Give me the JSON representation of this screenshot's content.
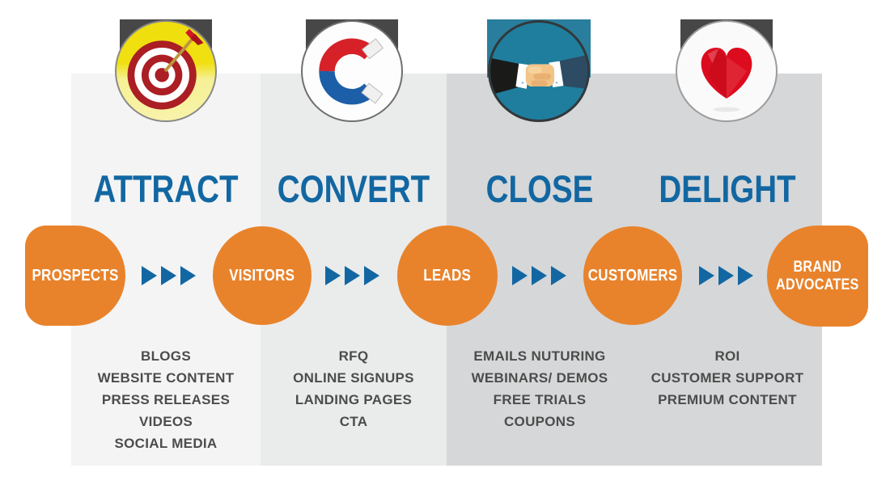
{
  "funnel": {
    "stages": [
      {
        "title": "ATTRACT",
        "icon": "target-icon",
        "audience_in": "PROSPECTS",
        "tactics": [
          "BLOGS",
          "WEBSITE CONTENT",
          "PRESS RELEASES",
          "VIDEOS",
          "SOCIAL MEDIA"
        ]
      },
      {
        "title": "CONVERT",
        "icon": "magnet-icon",
        "audience_in": "VISITORS",
        "tactics": [
          "RFQ",
          "ONLINE SIGNUPS",
          "LANDING PAGES",
          "CTA"
        ]
      },
      {
        "title": "CLOSE",
        "icon": "handshake-icon",
        "audience_in": "LEADS",
        "tactics": [
          "EMAILS NUTURING",
          "WEBINARS/ DEMOS",
          "FREE TRIALS",
          "COUPONS"
        ]
      },
      {
        "title": "DELIGHT",
        "icon": "heart-icon",
        "audience_in": "CUSTOMERS",
        "tactics": [
          "ROI",
          "CUSTOMER SUPPORT",
          "PREMIUM CONTENT"
        ]
      }
    ],
    "audiences": [
      "PROSPECTS",
      "VISITORS",
      "LEADS",
      "CUSTOMERS",
      "BRAND ADVOCATES"
    ],
    "colors": {
      "accent_orange": "#E8832C",
      "accent_blue": "#1267A2",
      "panel_attract": "#F4F4F4",
      "panel_convert": "#EAEBEB",
      "panel_close": "#D6D7D8",
      "panel_delight": "#D6D7D8",
      "tactic_text": "#4C4C4C",
      "audience_text": "#FFFFFF"
    }
  }
}
